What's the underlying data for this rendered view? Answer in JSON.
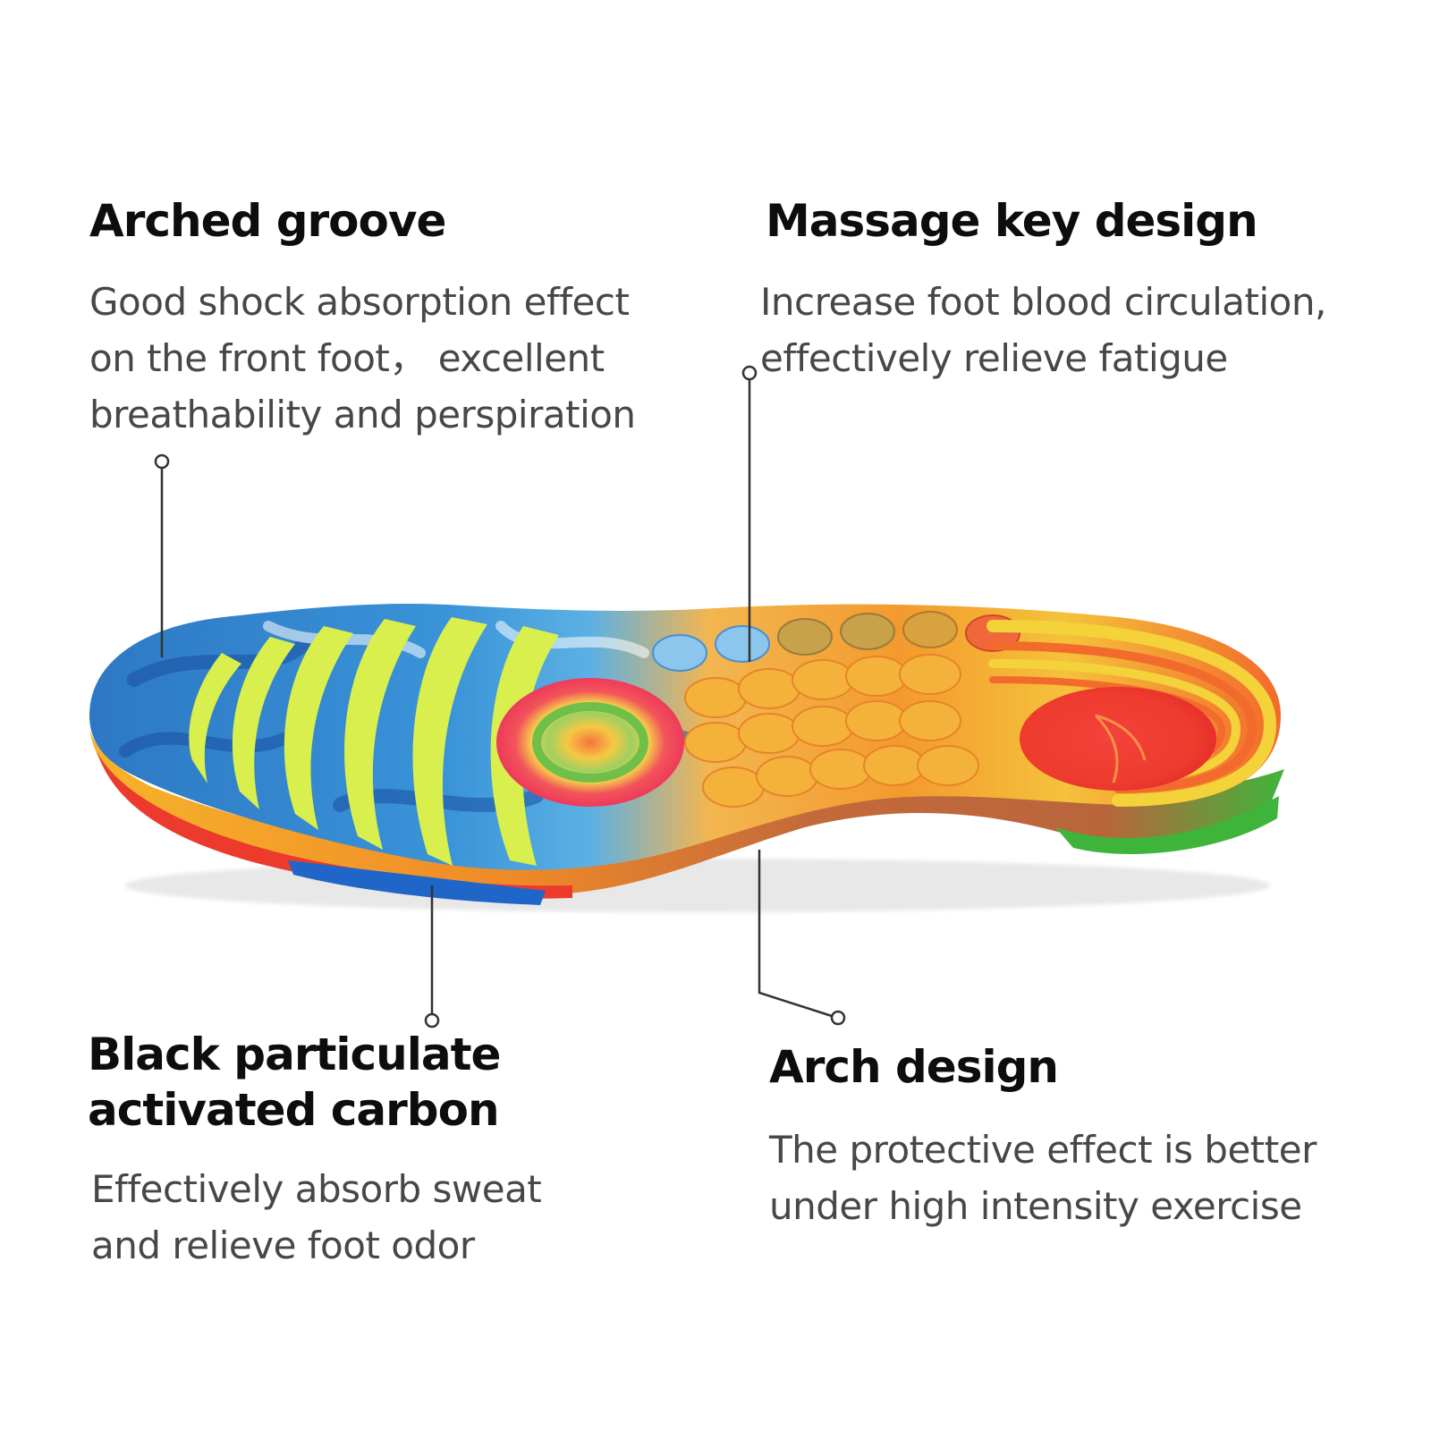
{
  "features": {
    "arched_groove": {
      "title": "Arched groove",
      "desc_lines": [
        "Good shock absorption effect",
        "on the front foot， excellent",
        "breathability and perspiration"
      ]
    },
    "massage_key": {
      "title": "Massage key design",
      "desc_lines": [
        "Increase foot blood circulation,",
        "effectively relieve fatigue"
      ]
    },
    "black_carbon": {
      "title_lines": [
        "Black particulate",
        "activated carbon"
      ],
      "desc_lines": [
        "Effectively absorb sweat",
        "and relieve foot odor"
      ]
    },
    "arch_design": {
      "title": "Arch design",
      "desc_lines": [
        "The protective effect is better",
        "under high intensity exercise"
      ]
    }
  },
  "colors": {
    "blue_forefoot": "#2f7fc8",
    "lime_ribs": "#d8ef4e",
    "orange_heel": "#f6a02c",
    "red_heel": "#ee3b2e",
    "green_base": "#3fb43a",
    "leader_line": "#333333"
  }
}
